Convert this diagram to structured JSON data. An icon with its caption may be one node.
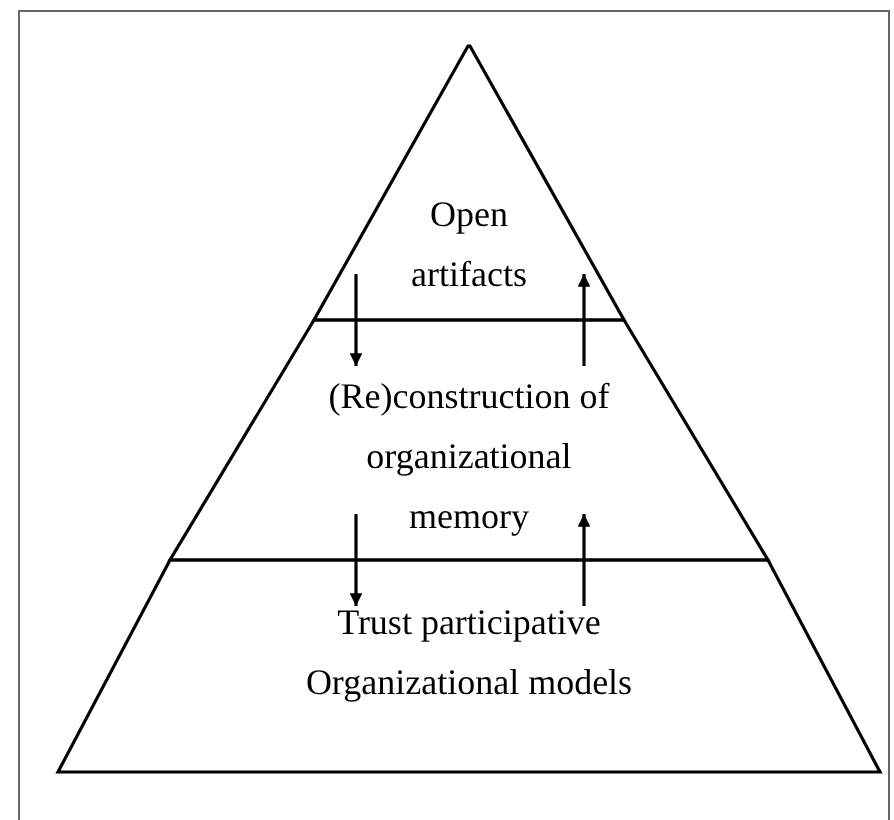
{
  "diagram": {
    "nodes": [
      {
        "text": [
          "Open artifacts"
        ]
      },
      {
        "text": [
          "(Re)construction of organizational memory"
        ]
      },
      {
        "text": [
          "Trust participative Organizational models"
        ]
      }
    ],
    "edges": [
      {
        "from": 0,
        "to": 1,
        "arrow": "to"
      },
      {
        "from": 1,
        "to": 0,
        "arrow": "to"
      },
      {
        "from": 1,
        "to": 2,
        "arrow": "to"
      },
      {
        "from": 2,
        "to": 1,
        "arrow": "to"
      }
    ]
  }
}
